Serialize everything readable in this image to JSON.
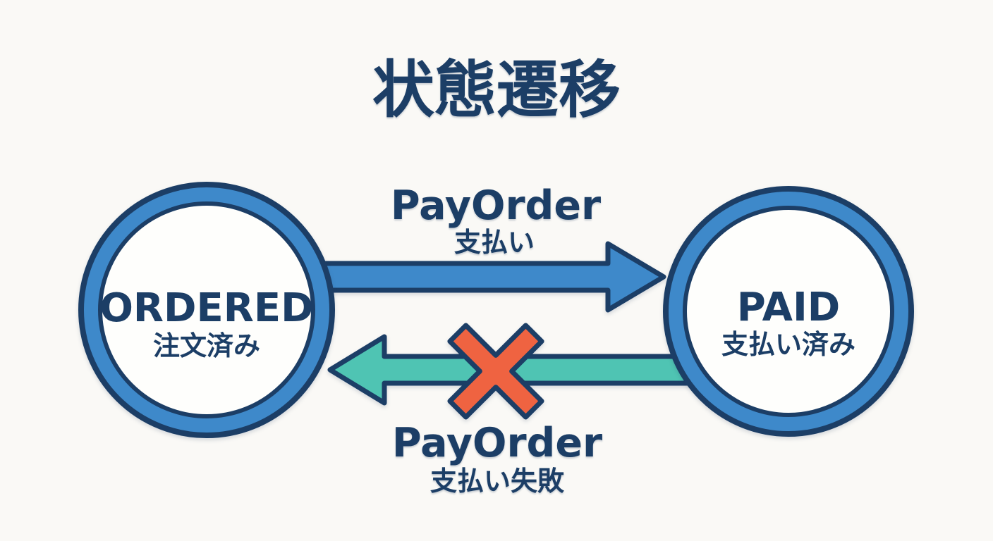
{
  "title": "状態遷移",
  "colors": {
    "navy": "#1c3e66",
    "blue": "#3e89ca",
    "teal": "#4fc4b3",
    "orange": "#ef6341",
    "background": "#faf9f6",
    "node_fill": "#fefefc"
  },
  "states": [
    {
      "id": "ordered",
      "label": "ORDERED",
      "label_ja": "注文済み"
    },
    {
      "id": "paid",
      "label": "PAID",
      "label_ja": "支払い済み"
    }
  ],
  "transitions": [
    {
      "id": "pay-order-success",
      "label": "PayOrder",
      "label_ja": "支払い",
      "from": "ORDERED",
      "to": "PAID",
      "status": "allowed"
    },
    {
      "id": "pay-order-failure",
      "label": "PayOrder",
      "label_ja": "支払い失敗",
      "from": "PAID",
      "to": "ORDERED",
      "status": "blocked"
    }
  ]
}
